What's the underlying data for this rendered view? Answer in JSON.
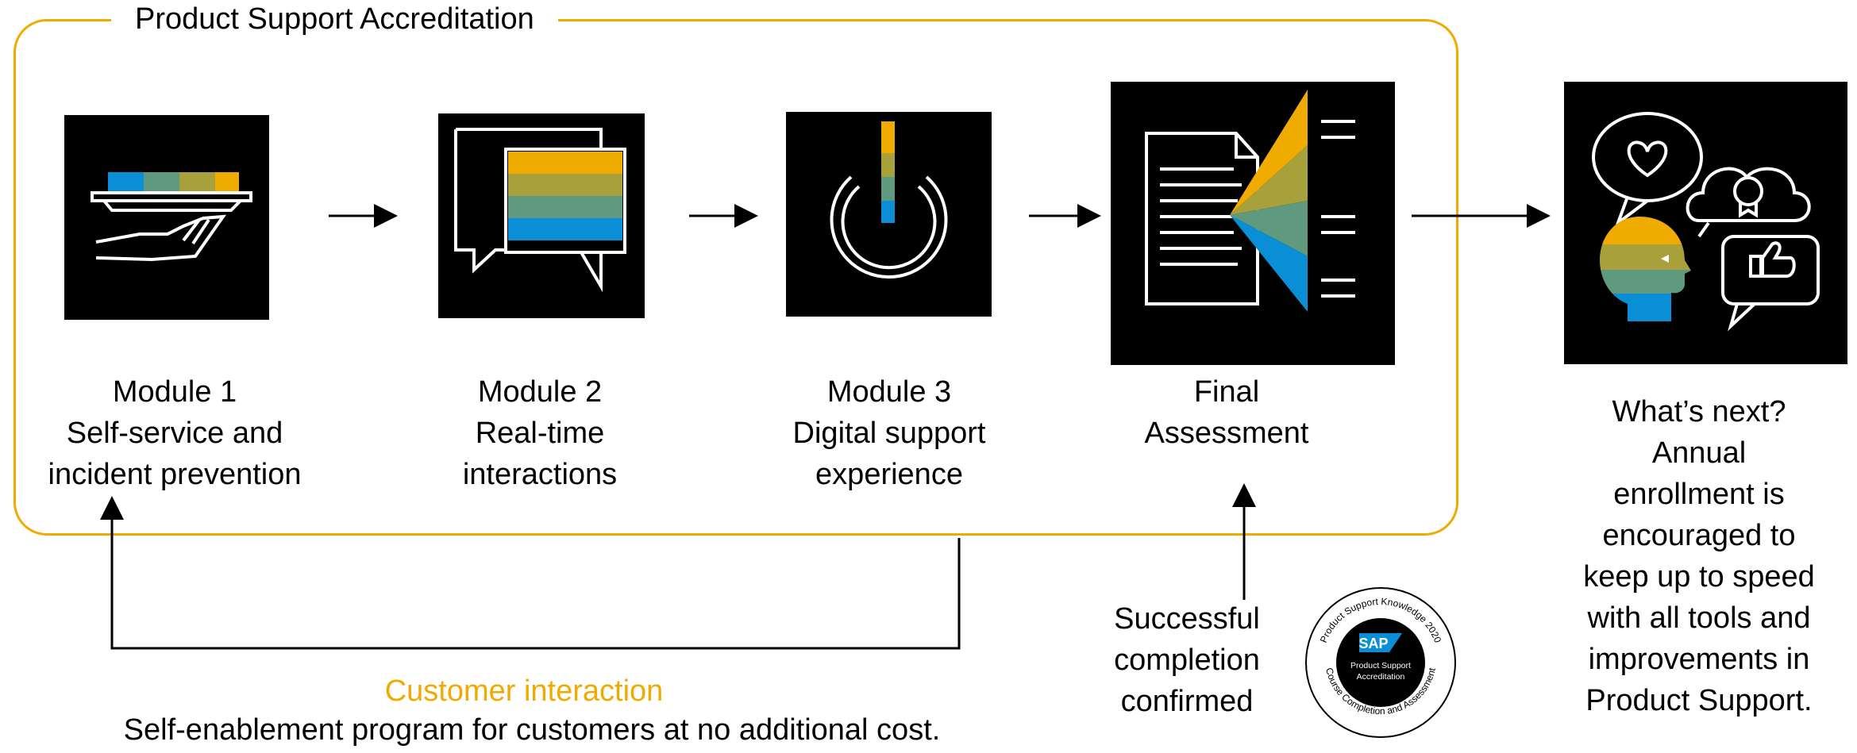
{
  "frame": {
    "title": "Product Support Accreditation"
  },
  "modules": [
    {
      "lines": [
        "Module 1",
        "Self-service and",
        "incident prevention"
      ]
    },
    {
      "lines": [
        "Module 2",
        "Real-time",
        "interactions"
      ]
    },
    {
      "lines": [
        "Module 3",
        "Digital support",
        "experience"
      ]
    },
    {
      "lines": [
        "Final",
        "Assessment"
      ]
    }
  ],
  "next": {
    "lines": [
      "What’s next?",
      "Annual",
      "enrollment is",
      "encouraged to",
      "keep up to speed",
      "with all tools and",
      "improvements in",
      "Product Support."
    ]
  },
  "completion": {
    "lines": [
      "Successful",
      "completion",
      "confirmed"
    ]
  },
  "customer": {
    "title": "Customer interaction",
    "subtitle": "Self-enablement program for customers at no additional cost."
  },
  "badge": {
    "logo": "SAP",
    "center_line1": "Product Support",
    "center_line2": "Accreditation",
    "ring_top": "Product Support Knowledge 2020",
    "ring_bottom": "Course Completion and Assessment"
  },
  "colors": {
    "accent": "#f0ab00",
    "olive": "#a8a03a",
    "teal": "#5f9a7e",
    "blue": "#0a8fd6",
    "tile": "#000000"
  }
}
